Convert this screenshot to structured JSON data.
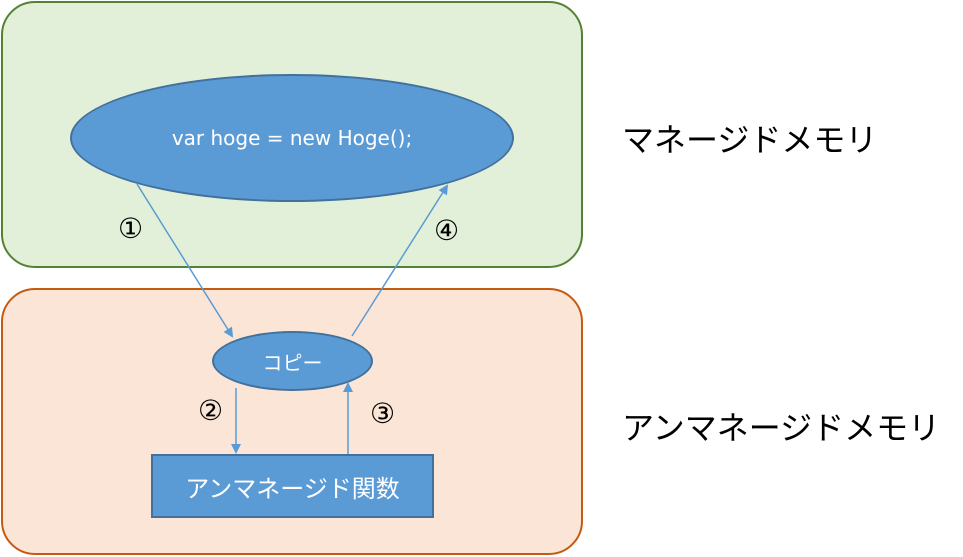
{
  "regions": {
    "managed_label": "マネージドメモリ",
    "unmanaged_label": "アンマネージドメモリ"
  },
  "nodes": {
    "code": "var hoge = new Hoge();",
    "copy": "コピー",
    "function": "アンマネージド関数"
  },
  "steps": {
    "s1": "①",
    "s2": "②",
    "s3": "③",
    "s4": "④"
  },
  "colors": {
    "managed_fill": "#e2efd9",
    "managed_border": "#548235",
    "unmanaged_fill": "#fbe5d6",
    "unmanaged_border": "#c55a11",
    "node_fill": "#5b9bd5",
    "arrow": "#5b9bd5"
  }
}
